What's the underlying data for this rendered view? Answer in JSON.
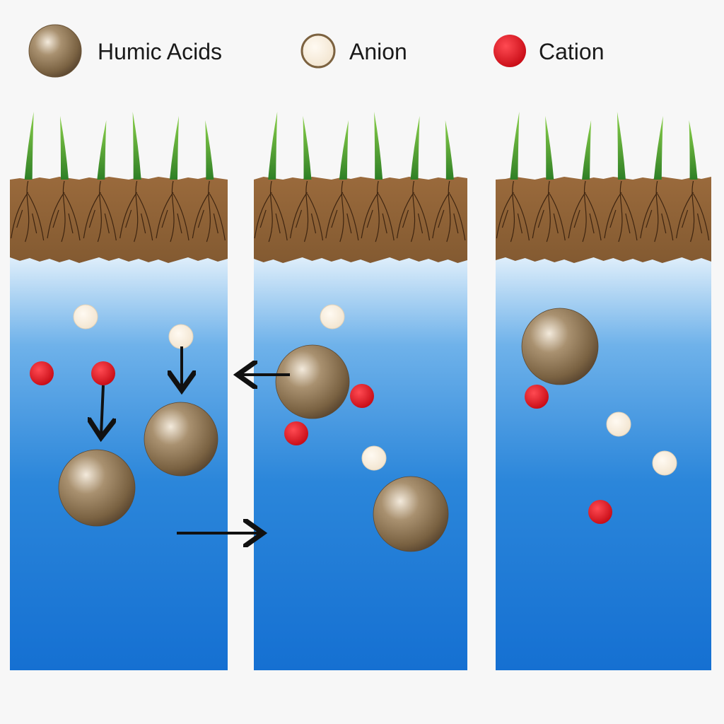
{
  "legend": {
    "humic_label": "Humic Acids",
    "anion_label": "Anion",
    "cation_label": "Cation"
  },
  "colors": {
    "background": "#f7f7f7",
    "humic": "#8c7450",
    "anion": "#f6ebd9",
    "cation": "#d8101c",
    "soil": "#8a5e34",
    "root": "#3d2410",
    "grass": "#3f9a2f",
    "water_top": "#dfeefa",
    "water_bottom": "#1673d4",
    "arrow": "#111111"
  },
  "icons": [
    "humic-acid-particle",
    "anion-particle",
    "cation-particle",
    "grass-blade",
    "root",
    "arrow"
  ]
}
